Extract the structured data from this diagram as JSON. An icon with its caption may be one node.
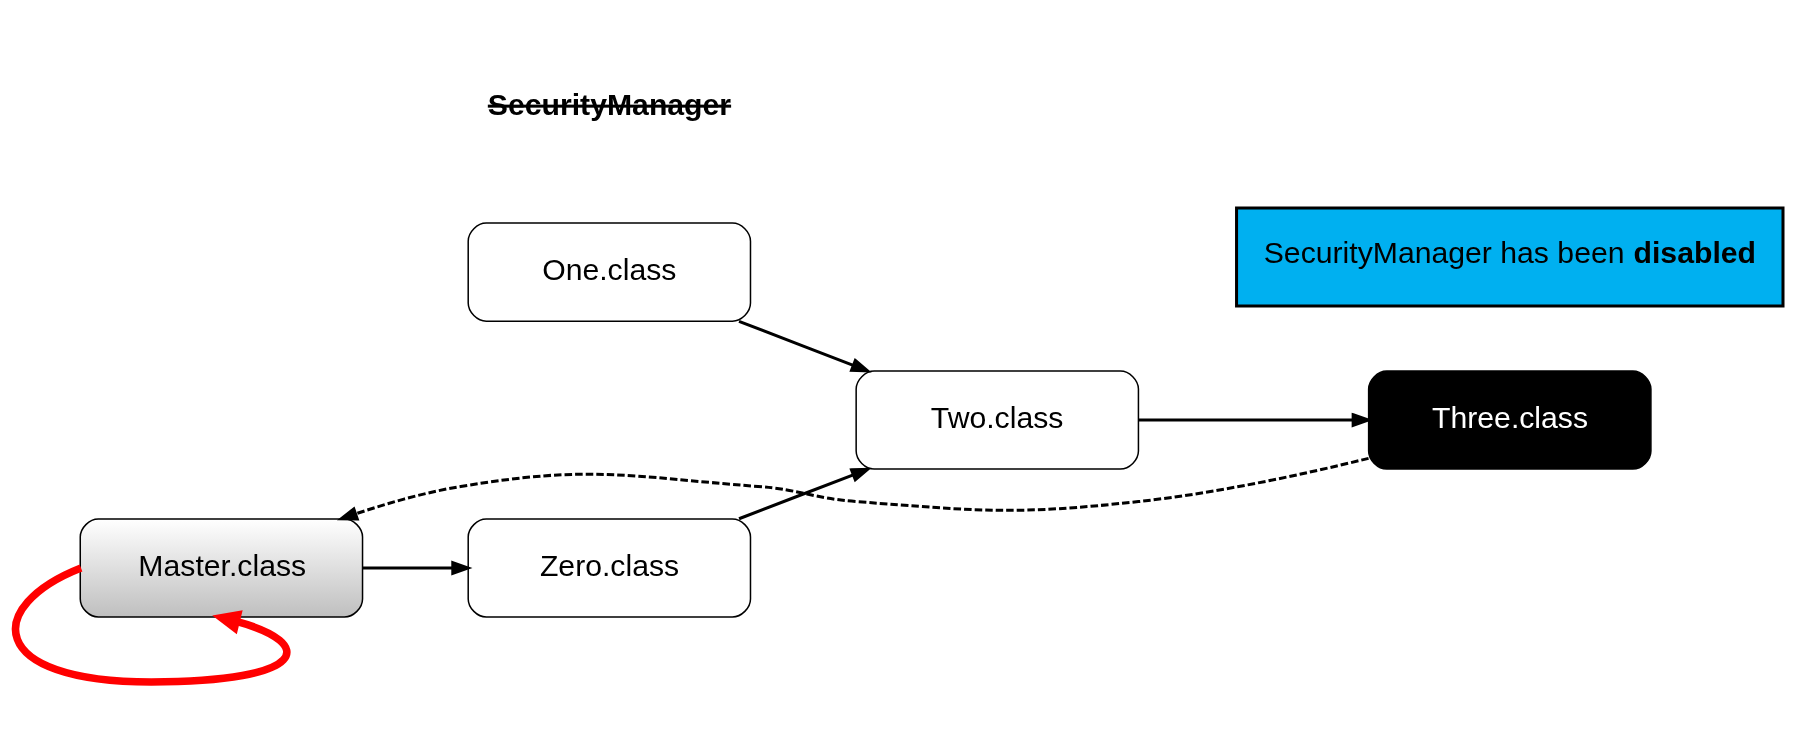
{
  "diagram": {
    "nodes": [
      {
        "text": [
          "One.class"
        ]
      },
      {
        "text": [
          "Zero.class"
        ]
      },
      {
        "text": [
          "Two.class"
        ]
      },
      {
        "text": [
          "SecurityManager has been **disabled**"
        ]
      },
      {
        "text": [
          "Three.class"
        ]
      },
      {
        "text": [
          "Master.class"
        ]
      }
    ],
    "edges": [
      {
        "from": 0,
        "to": 2,
        "arrow": "to"
      },
      {
        "from": 1,
        "to": 2,
        "arrow": "to"
      },
      {
        "from": 2,
        "to": 4,
        "arrow": "to"
      },
      {
        "from": 5,
        "to": 1,
        "arrow": "to"
      },
      {
        "from": 4,
        "to": 5,
        "arrow": "to",
        "style": "dashed"
      },
      {
        "from": 5,
        "to": 5,
        "arrow": "to",
        "style": "thick",
        "color": "#ff0000"
      }
    ],
    "labels": [
      "SecurityManager"
    ]
  }
}
